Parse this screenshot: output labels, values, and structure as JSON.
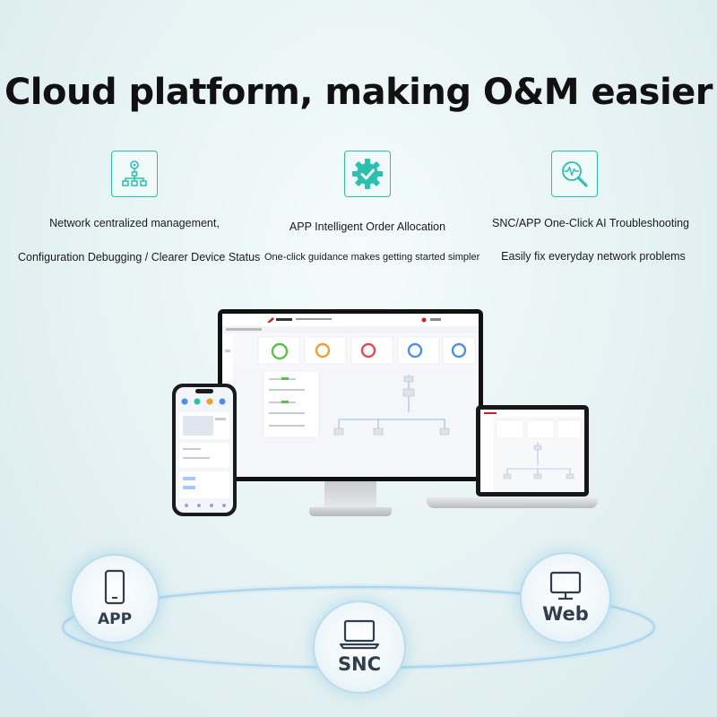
{
  "title": "Cloud platform, making O&M easier",
  "colors": {
    "accent": "#2bbfae",
    "ring": "#8cc4e4",
    "title": "#111111"
  },
  "features": [
    {
      "icon": "network-topology-icon",
      "line1": "Network centralized management,",
      "line2": "Configuration Debugging / Clearer Device Status"
    },
    {
      "icon": "gear-check-icon",
      "line1": "APP Intelligent Order Allocation",
      "line2": "One-click guidance makes getting started simpler"
    },
    {
      "icon": "magnify-pulse-icon",
      "line1": "SNC/APP One-Click AI Troubleshooting",
      "line2": "Easily fix everyday network problems"
    }
  ],
  "platforms": [
    {
      "label": "APP",
      "icon": "phone-icon"
    },
    {
      "label": "SNC",
      "icon": "laptop-icon"
    },
    {
      "label": "Web",
      "icon": "monitor-icon"
    }
  ]
}
